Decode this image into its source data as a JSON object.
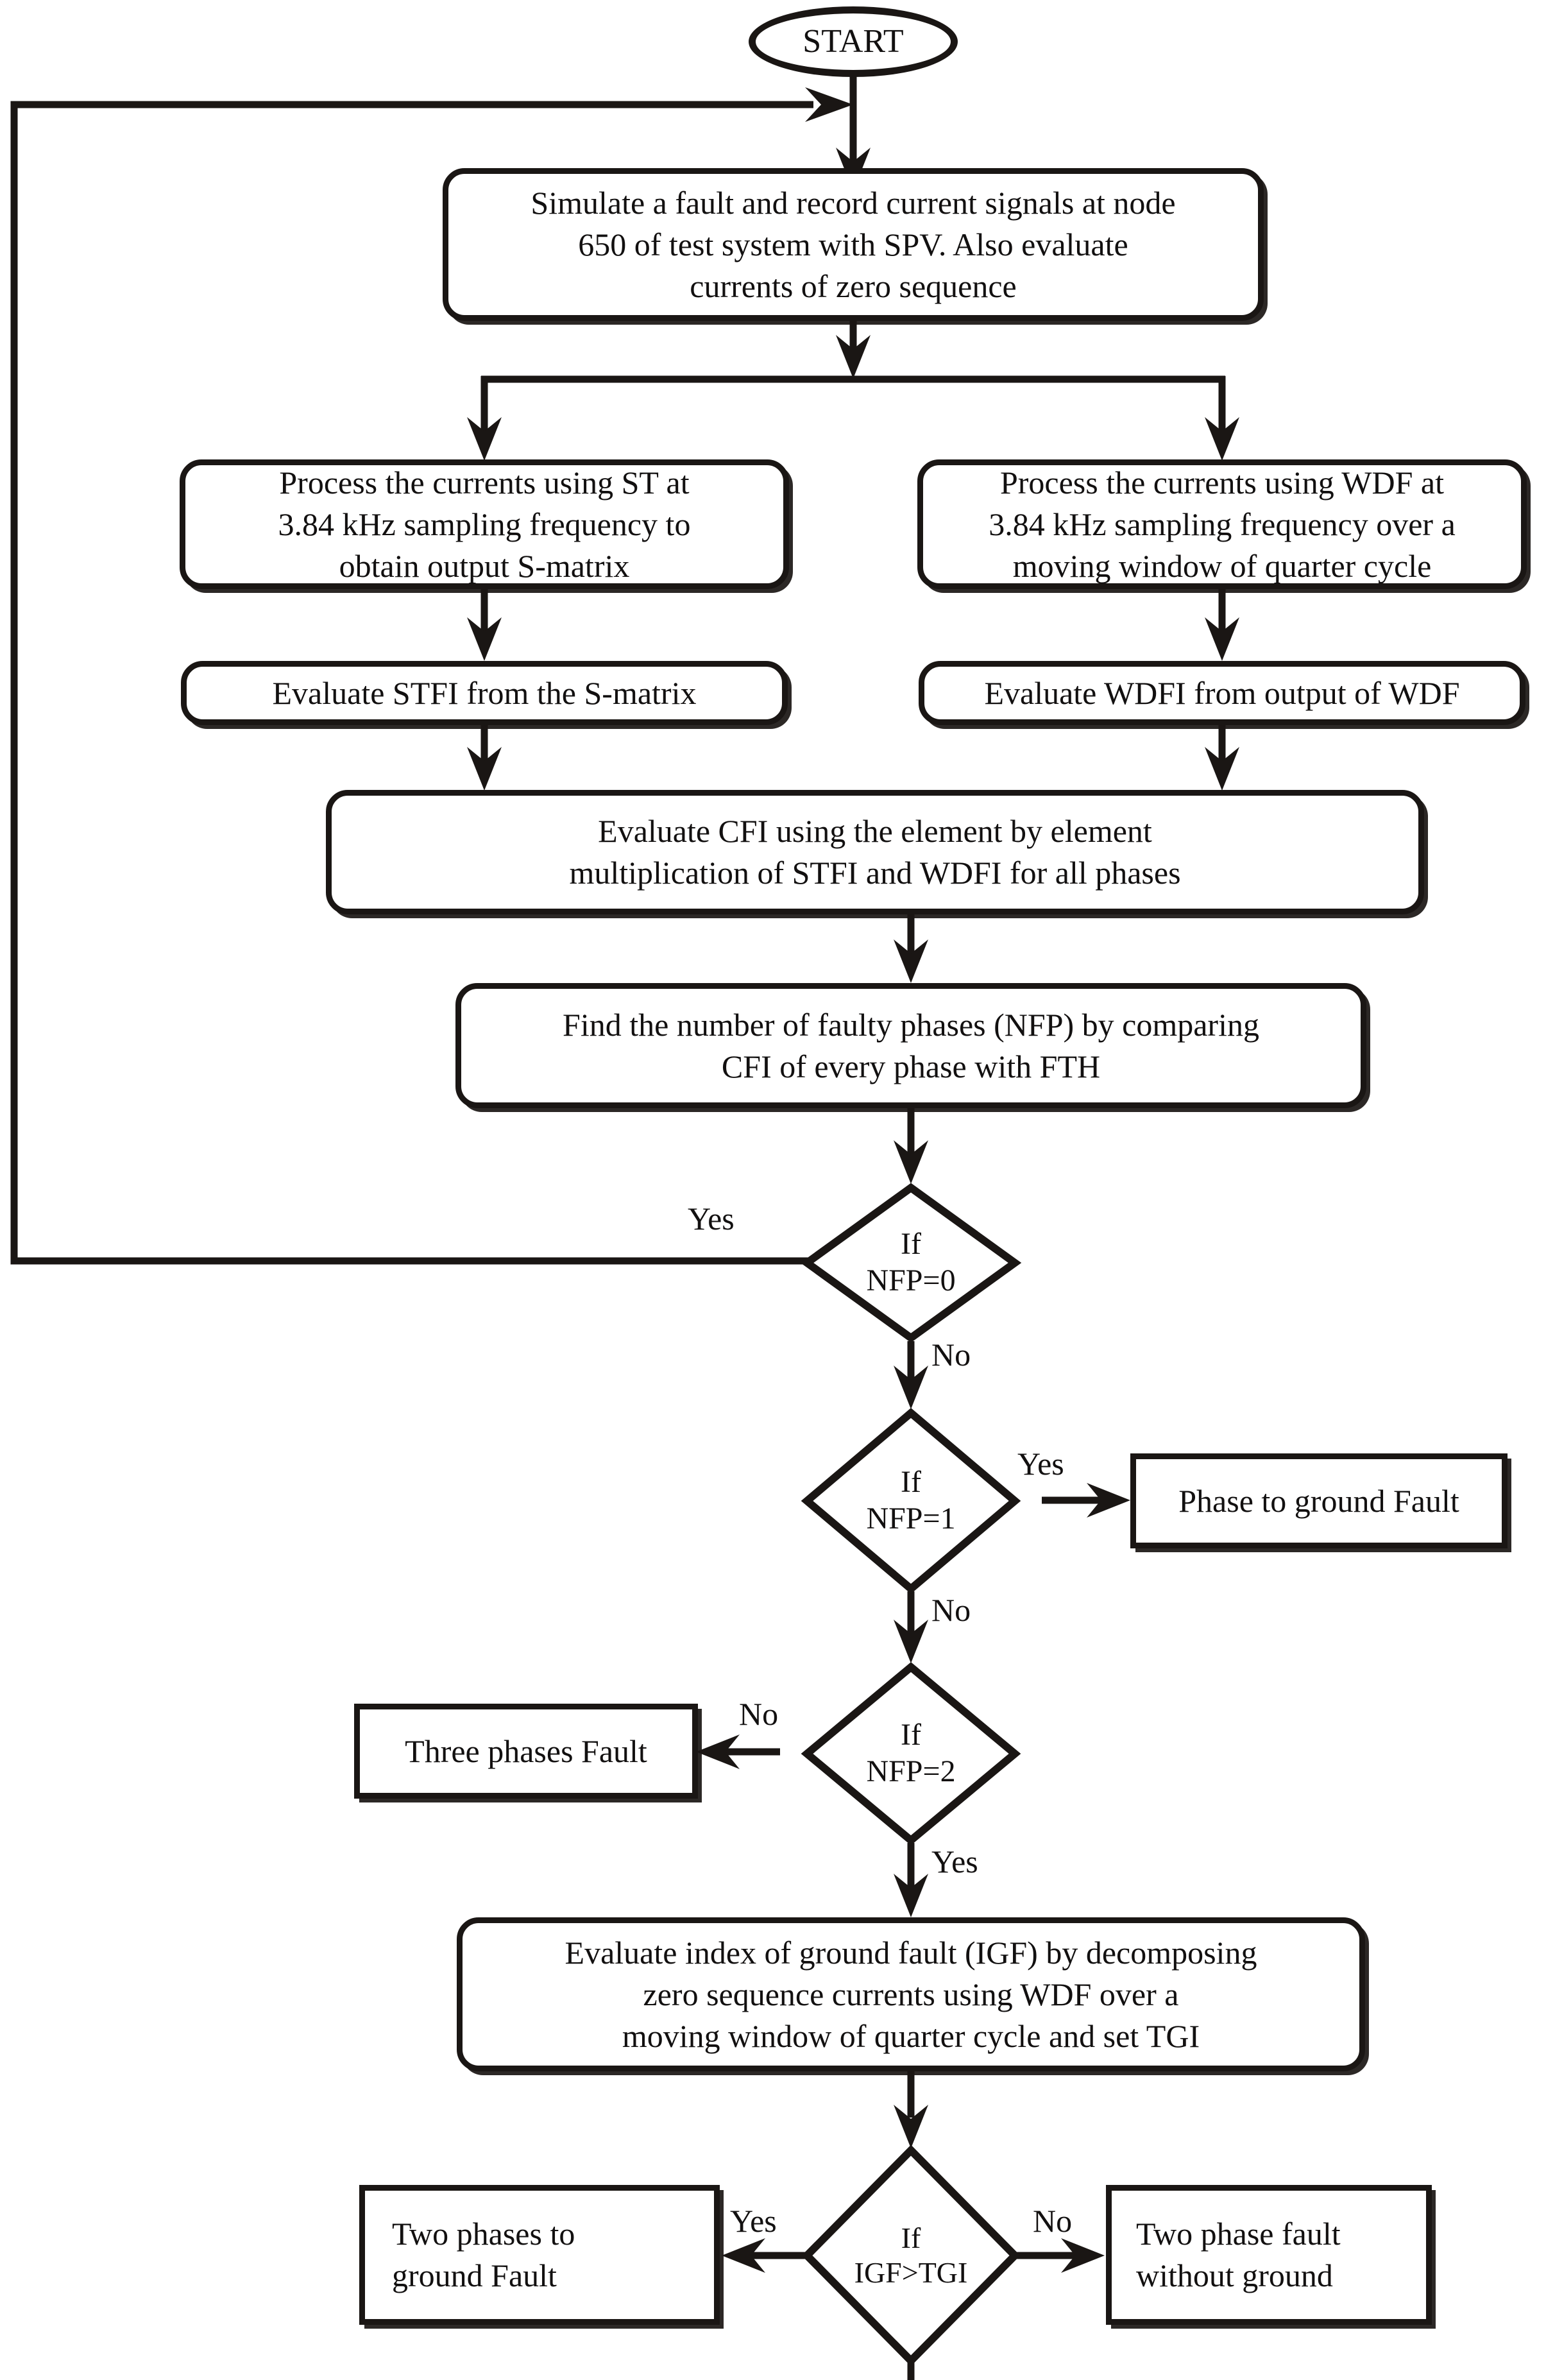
{
  "diagram": {
    "title": "Fault classification flowchart",
    "line_color": "#1a1614",
    "text_color": "#121010",
    "background": "#ffffff"
  },
  "nodes": {
    "start": {
      "label": "START",
      "shape": "oval"
    },
    "simulate": {
      "label": "Simulate a fault and record current signals at node\n650 of test system with SPV. Also evaluate\ncurrents of zero sequence",
      "shape": "process"
    },
    "process_st": {
      "label": "Process the currents using ST at\n3.84 kHz sampling frequency to\nobtain output S-matrix",
      "shape": "process"
    },
    "process_wdf": {
      "label": "Process the currents using WDF at\n3.84 kHz sampling frequency over a\nmoving window of quarter cycle",
      "shape": "process"
    },
    "eval_stfi": {
      "label": "Evaluate STFI from the S-matrix",
      "shape": "process"
    },
    "eval_wdfi": {
      "label": "Evaluate WDFI from output of WDF",
      "shape": "process"
    },
    "eval_cfi": {
      "label": "Evaluate CFI using the element by element\nmultiplication of STFI and WDFI for all phases",
      "shape": "process"
    },
    "find_nfp": {
      "label": "Find the number of faulty phases (NFP) by comparing\nCFI of every phase with FTH",
      "shape": "process"
    },
    "if_nfp0": {
      "label": "If\nNFP=0",
      "shape": "decision"
    },
    "if_nfp1": {
      "label": "If\nNFP=1",
      "shape": "decision"
    },
    "if_nfp2": {
      "label": "If\nNFP=2",
      "shape": "decision"
    },
    "if_igf": {
      "label": "If\nIGF>TGI",
      "shape": "decision"
    },
    "phase_to_ground": {
      "label": "Phase to ground Fault",
      "shape": "terminal"
    },
    "three_phases": {
      "label": "Three phases  Fault",
      "shape": "terminal"
    },
    "eval_igf": {
      "label": "Evaluate index of ground fault (IGF) by decomposing\nzero sequence currents using WDF over a\nmoving window of quarter cycle and set TGI",
      "shape": "process"
    },
    "two_phases_ground": {
      "label": "Two phases to\nground  Fault",
      "shape": "terminal"
    },
    "two_phase_no_ground": {
      "label": "Two phase fault\nwithout ground",
      "shape": "terminal"
    }
  },
  "edge_labels": {
    "nfp0_yes": "Yes",
    "nfp0_no": "No",
    "nfp1_yes": "Yes",
    "nfp1_no": "No",
    "nfp2_no": "No",
    "nfp2_yes": "Yes",
    "igf_yes": "Yes",
    "igf_no": "No"
  },
  "flow": [
    {
      "from": "start",
      "to": "simulate",
      "label": ""
    },
    {
      "from": "simulate",
      "to": "process_st",
      "label": ""
    },
    {
      "from": "simulate",
      "to": "process_wdf",
      "label": ""
    },
    {
      "from": "process_st",
      "to": "eval_stfi",
      "label": ""
    },
    {
      "from": "process_wdf",
      "to": "eval_wdfi",
      "label": ""
    },
    {
      "from": "eval_stfi",
      "to": "eval_cfi",
      "label": ""
    },
    {
      "from": "eval_wdfi",
      "to": "eval_cfi",
      "label": ""
    },
    {
      "from": "eval_cfi",
      "to": "find_nfp",
      "label": ""
    },
    {
      "from": "find_nfp",
      "to": "if_nfp0",
      "label": ""
    },
    {
      "from": "if_nfp0",
      "to": "simulate",
      "label": "Yes"
    },
    {
      "from": "if_nfp0",
      "to": "if_nfp1",
      "label": "No"
    },
    {
      "from": "if_nfp1",
      "to": "phase_to_ground",
      "label": "Yes"
    },
    {
      "from": "if_nfp1",
      "to": "if_nfp2",
      "label": "No"
    },
    {
      "from": "if_nfp2",
      "to": "three_phases",
      "label": "No"
    },
    {
      "from": "if_nfp2",
      "to": "eval_igf",
      "label": "Yes"
    },
    {
      "from": "eval_igf",
      "to": "if_igf",
      "label": ""
    },
    {
      "from": "if_igf",
      "to": "two_phases_ground",
      "label": "Yes"
    },
    {
      "from": "if_igf",
      "to": "two_phase_no_ground",
      "label": "No"
    }
  ]
}
